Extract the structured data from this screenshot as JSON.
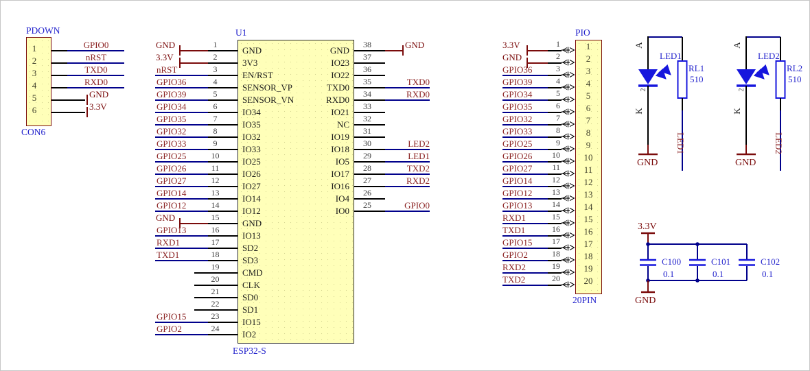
{
  "colors": {
    "wire_blue": "#00008b",
    "pin_black": "#000000",
    "power_red": "#7a0b0b",
    "net_text": "#8b2323",
    "designator_blue": "#2323cc",
    "device_blue": "#1616dd",
    "body_fill": "#ffffb9",
    "connector_border": "#7a0b0b",
    "chip_border": "#282828"
  },
  "pdown": {
    "title": "PDOWN",
    "footer": "CON6",
    "pins": [
      {
        "num": "1",
        "net": "GPIO0",
        "type": "net"
      },
      {
        "num": "2",
        "net": "nRST",
        "type": "net"
      },
      {
        "num": "3",
        "net": "TXD0",
        "type": "net"
      },
      {
        "num": "4",
        "net": "RXD0",
        "type": "net"
      },
      {
        "num": "5",
        "net": "GND",
        "type": "power"
      },
      {
        "num": "6",
        "net": "3.3V",
        "type": "power"
      }
    ]
  },
  "esp32": {
    "designator": "U1",
    "part": "ESP32-S",
    "left_pins": [
      {
        "num": "1",
        "name": "GND",
        "net": "GND",
        "type": "power"
      },
      {
        "num": "2",
        "name": "3V3",
        "net": "3.3V",
        "type": "power"
      },
      {
        "num": "3",
        "name": "EN/RST",
        "net": "nRST",
        "type": "net"
      },
      {
        "num": "4",
        "name": "SENSOR_VP",
        "net": "GPIO36",
        "type": "net"
      },
      {
        "num": "5",
        "name": "SENSOR_VN",
        "net": "GPIO39",
        "type": "net"
      },
      {
        "num": "6",
        "name": "IO34",
        "net": "GPIO34",
        "type": "net"
      },
      {
        "num": "7",
        "name": "IO35",
        "net": "GPIO35",
        "type": "net"
      },
      {
        "num": "8",
        "name": "IO32",
        "net": "GPIO32",
        "type": "net"
      },
      {
        "num": "9",
        "name": "IO33",
        "net": "GPIO33",
        "type": "net"
      },
      {
        "num": "10",
        "name": "IO25",
        "net": "GPIO25",
        "type": "net"
      },
      {
        "num": "11",
        "name": "IO26",
        "net": "GPIO26",
        "type": "net"
      },
      {
        "num": "12",
        "name": "IO27",
        "net": "GPIO27",
        "type": "net"
      },
      {
        "num": "13",
        "name": "IO14",
        "net": "GPIO14",
        "type": "net"
      },
      {
        "num": "14",
        "name": "IO12",
        "net": "GPIO12",
        "type": "net"
      },
      {
        "num": "15",
        "name": "GND",
        "net": "GND",
        "type": "power"
      },
      {
        "num": "16",
        "name": "IO13",
        "net": "GPIO13",
        "type": "net"
      },
      {
        "num": "17",
        "name": "SD2",
        "net": "RXD1",
        "type": "net"
      },
      {
        "num": "18",
        "name": "SD3",
        "net": "TXD1",
        "type": "net"
      },
      {
        "num": "19",
        "name": "CMD",
        "net": "",
        "type": "blank"
      },
      {
        "num": "20",
        "name": "CLK",
        "net": "",
        "type": "blank"
      },
      {
        "num": "21",
        "name": "SD0",
        "net": "",
        "type": "blank"
      },
      {
        "num": "22",
        "name": "SD1",
        "net": "",
        "type": "blank"
      },
      {
        "num": "23",
        "name": "IO15",
        "net": "GPIO15",
        "type": "net"
      },
      {
        "num": "24",
        "name": "IO2",
        "net": "GPIO2",
        "type": "net"
      }
    ],
    "right_pins": [
      {
        "num": "38",
        "name": "GND",
        "net": "GND",
        "type": "power"
      },
      {
        "num": "37",
        "name": "IO23",
        "net": "",
        "type": "blank"
      },
      {
        "num": "36",
        "name": "IO22",
        "net": "",
        "type": "blank"
      },
      {
        "num": "35",
        "name": "TXD0",
        "net": "TXD0",
        "type": "net"
      },
      {
        "num": "34",
        "name": "RXD0",
        "net": "RXD0",
        "type": "net"
      },
      {
        "num": "33",
        "name": "IO21",
        "net": "",
        "type": "blank"
      },
      {
        "num": "32",
        "name": "NC",
        "net": "",
        "type": "blank"
      },
      {
        "num": "31",
        "name": "IO19",
        "net": "",
        "type": "blank"
      },
      {
        "num": "30",
        "name": "IO18",
        "net": "LED2",
        "type": "net"
      },
      {
        "num": "29",
        "name": "IO5",
        "net": "LED1",
        "type": "net"
      },
      {
        "num": "28",
        "name": "IO17",
        "net": "TXD2",
        "type": "net"
      },
      {
        "num": "27",
        "name": "IO16",
        "net": "RXD2",
        "type": "net"
      },
      {
        "num": "26",
        "name": "IO4",
        "net": "",
        "type": "blank"
      },
      {
        "num": "25",
        "name": "IO0",
        "net": "GPIO0",
        "type": "net"
      }
    ]
  },
  "pio": {
    "title": "PIO",
    "footer": "20PIN",
    "pins": [
      {
        "num": "1",
        "net": "3.3V",
        "type": "power"
      },
      {
        "num": "2",
        "net": "GND",
        "type": "power"
      },
      {
        "num": "3",
        "net": "GPIO36",
        "type": "net"
      },
      {
        "num": "4",
        "net": "GPIO39",
        "type": "net"
      },
      {
        "num": "5",
        "net": "GPIO34",
        "type": "net"
      },
      {
        "num": "6",
        "net": "GPIO35",
        "type": "net"
      },
      {
        "num": "7",
        "net": "GPIO32",
        "type": "net"
      },
      {
        "num": "8",
        "net": "GPIO33",
        "type": "net"
      },
      {
        "num": "9",
        "net": "GPIO25",
        "type": "net"
      },
      {
        "num": "10",
        "net": "GPIO26",
        "type": "net"
      },
      {
        "num": "11",
        "net": "GPIO27",
        "type": "net"
      },
      {
        "num": "12",
        "net": "GPIO14",
        "type": "net"
      },
      {
        "num": "13",
        "net": "GPIO12",
        "type": "net"
      },
      {
        "num": "14",
        "net": "GPIO13",
        "type": "net"
      },
      {
        "num": "15",
        "net": "RXD1",
        "type": "net"
      },
      {
        "num": "16",
        "net": "TXD1",
        "type": "net"
      },
      {
        "num": "17",
        "net": "GPIO15",
        "type": "net"
      },
      {
        "num": "18",
        "net": "GPIO2",
        "type": "net"
      },
      {
        "num": "19",
        "net": "RXD2",
        "type": "net"
      },
      {
        "num": "20",
        "net": "TXD2",
        "type": "net"
      }
    ]
  },
  "leds": [
    {
      "designator": "LED1",
      "anode": "A",
      "cathode": "K",
      "pin_num": "2",
      "resistor": "RL1",
      "value": "510",
      "net": "LED1",
      "gnd": "GND"
    },
    {
      "designator": "LED2",
      "anode": "A",
      "cathode": "K",
      "pin_num": "2",
      "resistor": "RL2",
      "value": "510",
      "net": "LED2",
      "gnd": "GND"
    }
  ],
  "cap_bank": {
    "vcc": "3.3V",
    "gnd": "GND",
    "caps": [
      {
        "ref": "C100",
        "val": "0.1"
      },
      {
        "ref": "C101",
        "val": "0.1"
      },
      {
        "ref": "C102",
        "val": "0.1"
      }
    ]
  }
}
